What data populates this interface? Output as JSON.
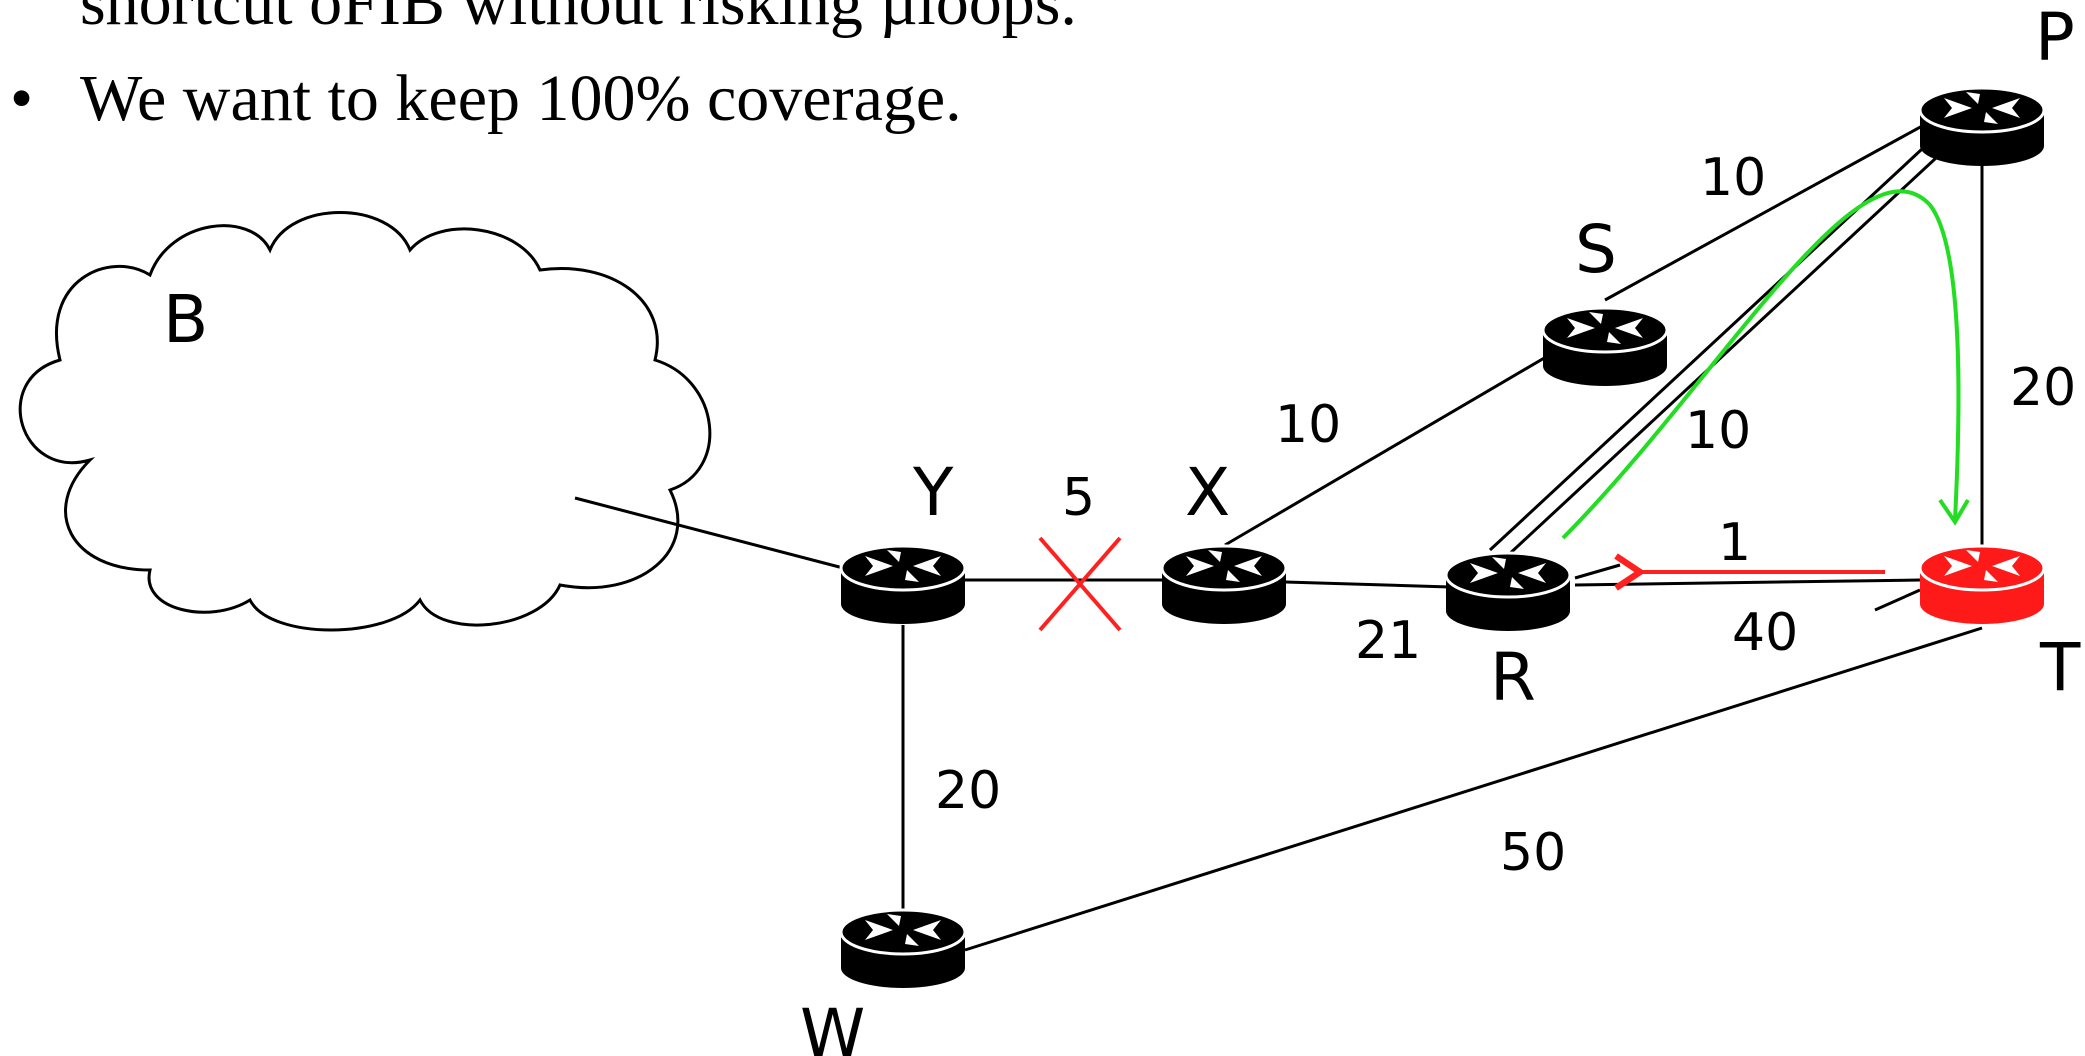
{
  "bullets": [
    {
      "text": "shortcut oFIB without risking µloops."
    },
    {
      "text": "We want to keep 100% coverage."
    }
  ],
  "bullet_marker": "•",
  "nodes": {
    "B": "B",
    "Y": "Y",
    "X": "X",
    "S": "S",
    "R": "R",
    "P": "P",
    "T": "T",
    "W": "W"
  },
  "links": {
    "YX": "5",
    "XS": "10",
    "SP": "10",
    "RP": "10",
    "PT": "20",
    "XR": "21",
    "RT_red": "1",
    "RT": "40",
    "YW": "20",
    "WT": "50"
  },
  "colors": {
    "failure": "#ff2020",
    "reroute": "#22dd22",
    "highlight_router": "#ff1a1a",
    "router": "#000000"
  }
}
